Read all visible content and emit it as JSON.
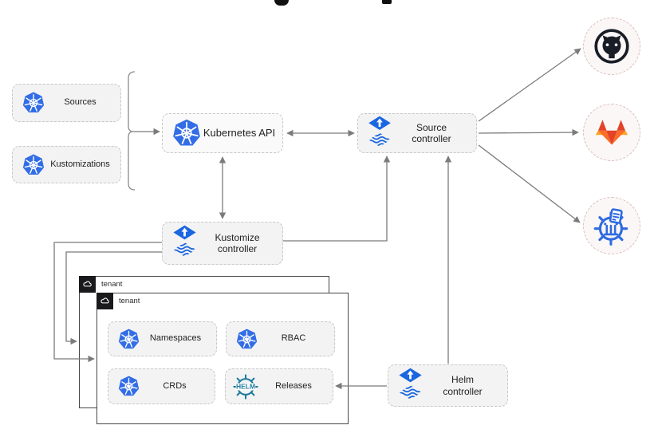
{
  "diagram": {
    "nodes": {
      "sources": "Sources",
      "kustomizations": "Kustomizations",
      "kubernetes_api": "Kubernetes API",
      "source_controller": "Source controller",
      "kustomize_controller": "Kustomize controller",
      "helm_controller": "Helm controller",
      "namespaces": "Namespaces",
      "rbac": "RBAC",
      "crds": "CRDs",
      "releases": "Releases"
    },
    "tenants": {
      "back_label": "tenant",
      "front_label": "tenant"
    },
    "icons": {
      "helm_logo_text": "HELM"
    }
  },
  "colors": {
    "kubernetes_blue": "#326de6",
    "flux_blue": "#1a66e0",
    "helm_teal": "#1e7a9c",
    "github_dark": "#181d26",
    "gitlab_red": "#e24329",
    "gitlab_orange": "#fc6d26",
    "gitlab_amber": "#fca326",
    "helm_repo_blue": "#2f6be0",
    "arrow_gray": "#7b7b7b",
    "node_fill": "#f3f3f4",
    "tenant_border": "#454545"
  }
}
